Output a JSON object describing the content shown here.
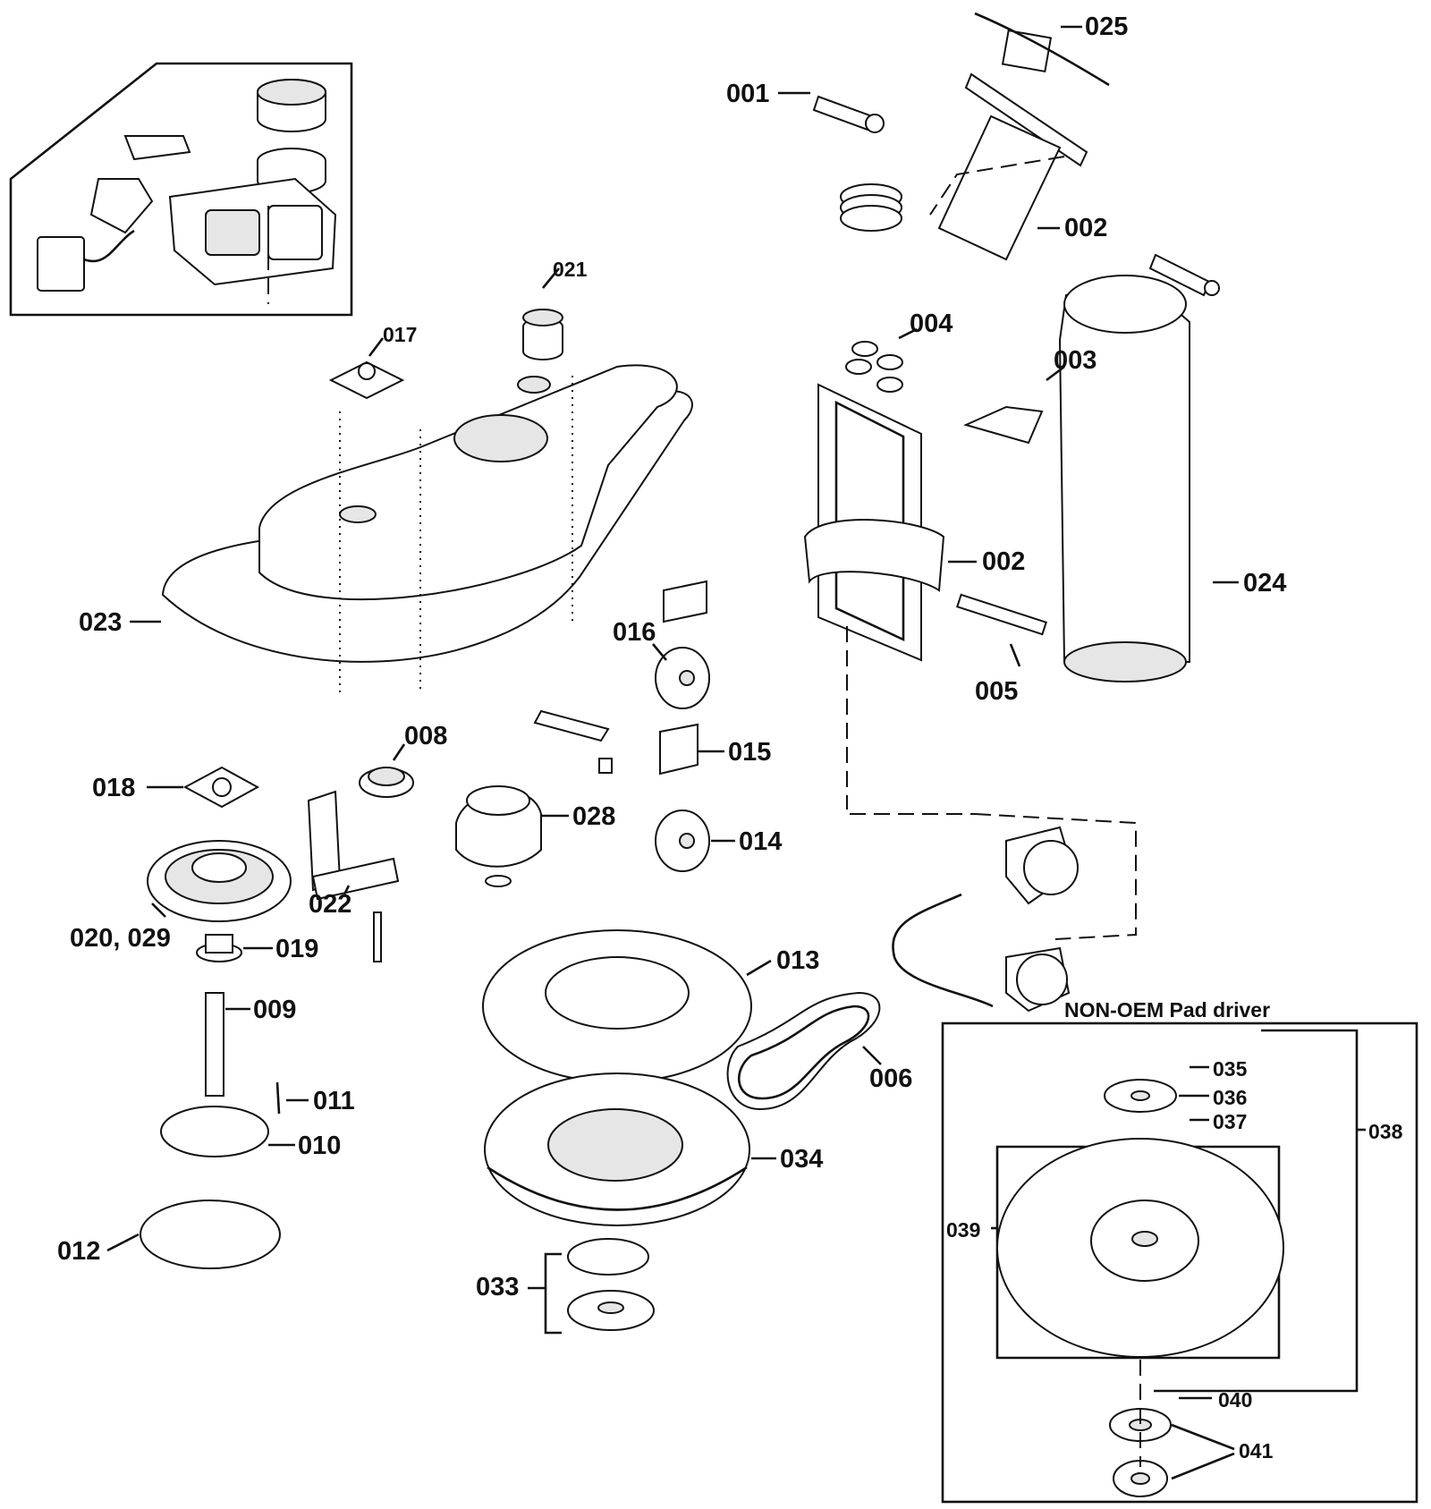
{
  "labels": {
    "p001": "001",
    "p002a": "002",
    "p002b": "002",
    "p003": "003",
    "p004": "004",
    "p005": "005",
    "p006": "006",
    "p008": "008",
    "p009": "009",
    "p010": "010",
    "p011": "011",
    "p012": "012",
    "p013": "013",
    "p014": "014",
    "p015": "015",
    "p016": "016",
    "p017": "017",
    "p018": "018",
    "p019": "019",
    "p020": "020, 029",
    "p021": "021",
    "p022": "022",
    "p023": "023",
    "p024": "024",
    "p025": "025",
    "p028": "028",
    "p033": "033",
    "p034": "034",
    "p035": "035",
    "p036": "036",
    "p037": "037",
    "p038": "038",
    "p039": "039",
    "p040": "040",
    "p041": "041"
  },
  "inset_title": "NON-OEM Pad driver"
}
